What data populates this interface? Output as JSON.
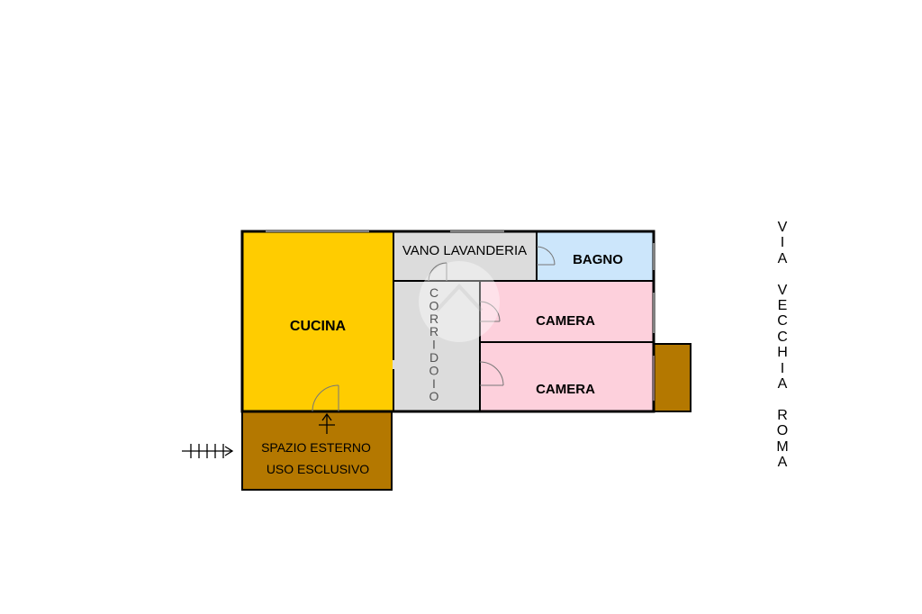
{
  "rooms": {
    "kitchen": "CUCINA",
    "laundry": "VANO LAVANDERIA",
    "bathroom": "BAGNO",
    "bedroom_1": "CAMERA",
    "bedroom_2": "CAMERA",
    "corridor": "CORRIDOIO",
    "outdoor_line_1": "SPAZIO ESTERNO",
    "outdoor_line_2": "USO ESCLUSIVO"
  },
  "street_label": "VIA VECCHIA ROMA",
  "colors": {
    "kitchen": "#ffcc00",
    "laundry": "#dcdcdc",
    "corridor": "#dcdcdc",
    "bathroom": "#cce6fb",
    "bedroom": "#fdd0dc",
    "outdoor": "#b47800",
    "wall": "#000000"
  }
}
